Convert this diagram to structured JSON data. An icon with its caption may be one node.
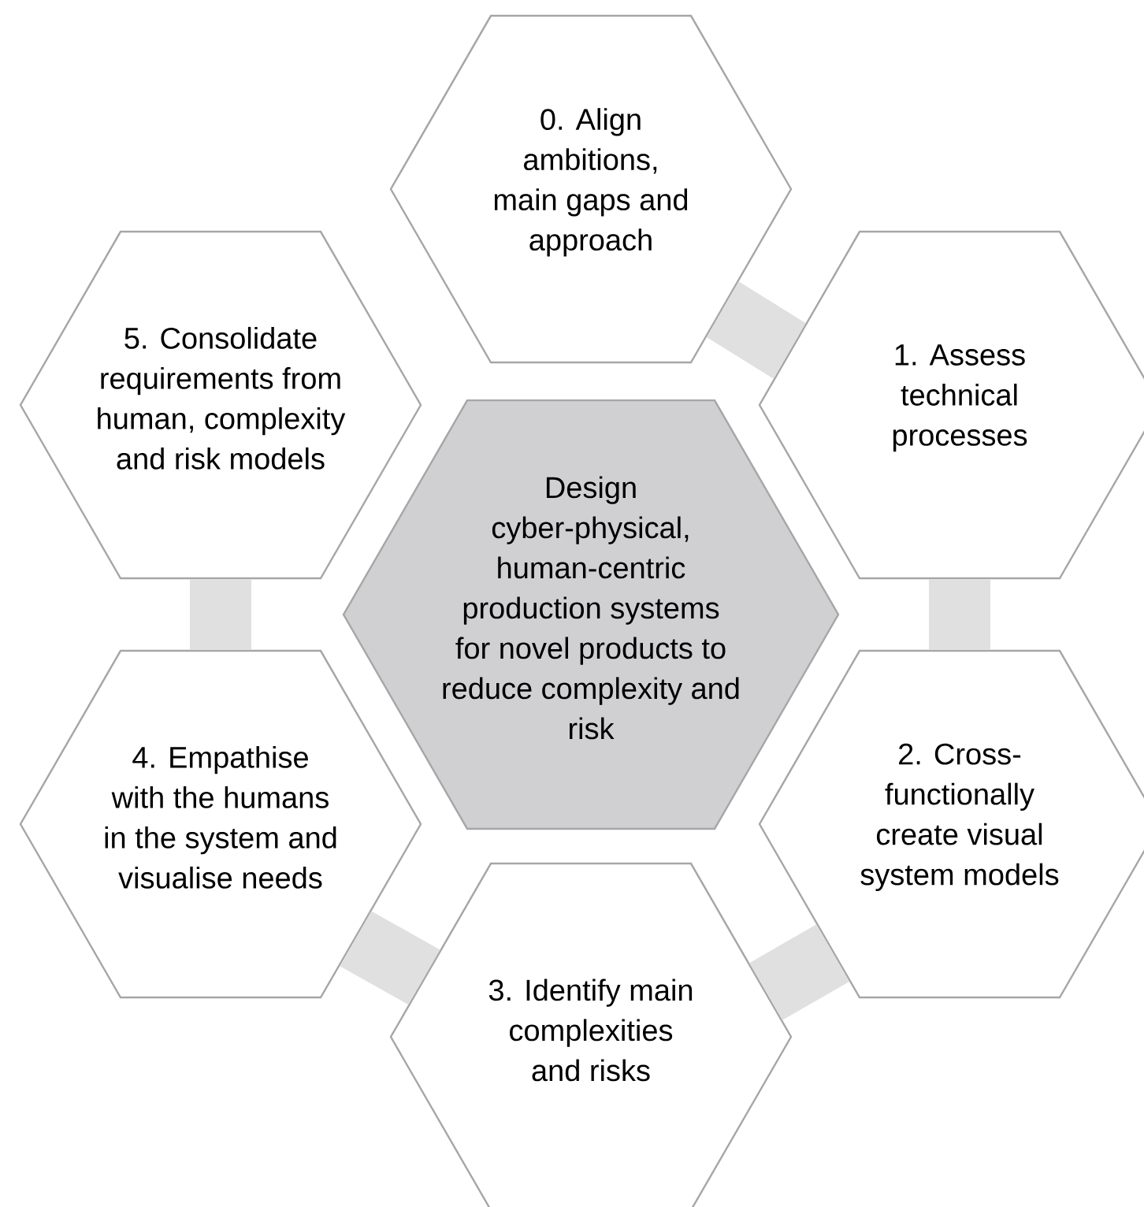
{
  "diagram": {
    "nodes": [
      {
        "text": [
          "0. Align ambitions, main gaps and approach"
        ]
      },
      {
        "text": [
          "1. Assess technical processes"
        ]
      },
      {
        "text": [
          "2. Cross-functionally create visual system models"
        ]
      },
      {
        "text": [
          "3. Identify main complexities and risks"
        ]
      },
      {
        "text": [
          "4. Empathise with the humans in the system and visualise needs"
        ]
      },
      {
        "text": [
          "5. Consolidate requirements from human, complexity and risk models"
        ]
      },
      {
        "text": [
          "Design cyber-physical, human-centric production systems for novel products to reduce complexity and risk"
        ]
      }
    ],
    "edges": [
      {
        "from": 0,
        "to": 1,
        "arrow": "none"
      },
      {
        "from": 1,
        "to": 2,
        "arrow": "none"
      },
      {
        "from": 2,
        "to": 3,
        "arrow": "none"
      },
      {
        "from": 3,
        "to": 4,
        "arrow": "none"
      },
      {
        "from": 4,
        "to": 5,
        "arrow": "none"
      }
    ]
  }
}
